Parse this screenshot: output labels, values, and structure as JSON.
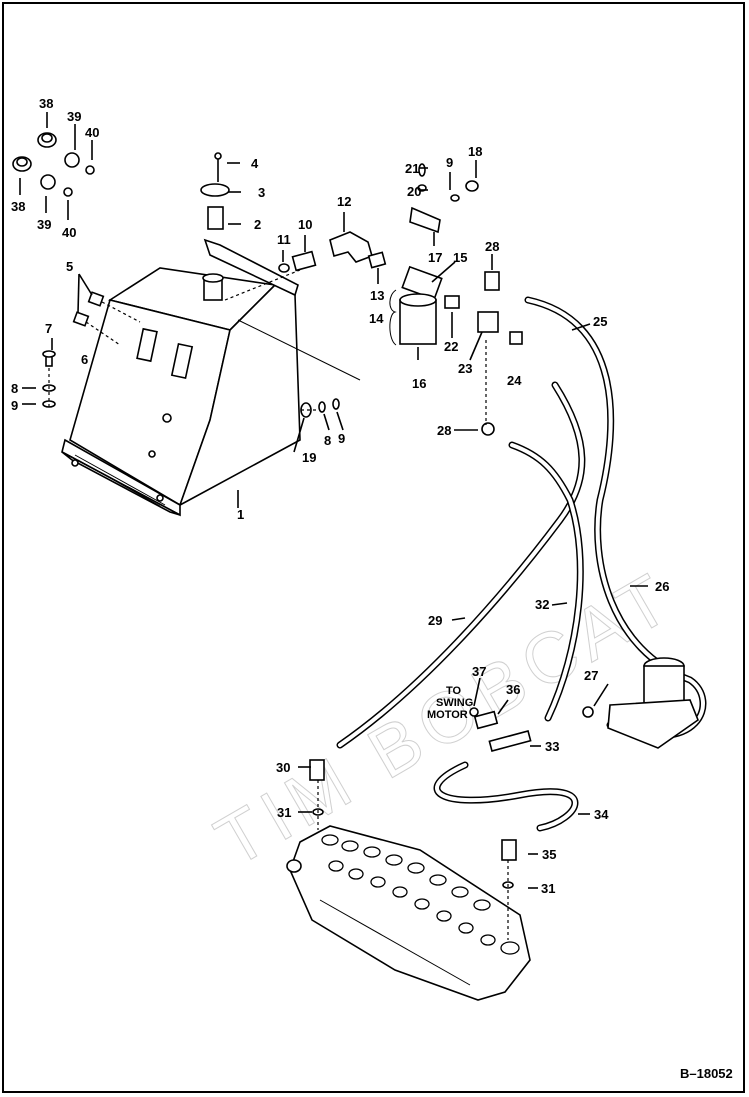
{
  "figure_id": "B–18052",
  "watermark": "TIM BOBCAT",
  "labels": {
    "p1": "1",
    "p2": "2",
    "p3": "3",
    "p4": "4",
    "p5": "5",
    "p6": "6",
    "p7": "7",
    "p8a": "8",
    "p8b": "8",
    "p9a": "9",
    "p9b": "9",
    "p9c": "9",
    "p10": "10",
    "p11": "11",
    "p12": "12",
    "p13": "13",
    "p14": "14",
    "p15": "15",
    "p16": "16",
    "p17": "17",
    "p18": "18",
    "p19": "19",
    "p20": "20",
    "p21": "21",
    "p22": "22",
    "p23": "23",
    "p24": "24",
    "p25": "25",
    "p26": "26",
    "p27": "27",
    "p28a": "28",
    "p28b": "28",
    "p29": "29",
    "p30": "30",
    "p31a": "31",
    "p31b": "31",
    "p32": "32",
    "p33": "33",
    "p34": "34",
    "p35": "35",
    "p36": "36",
    "p37": "37",
    "p38a": "38",
    "p38b": "38",
    "p39a": "39",
    "p39b": "39",
    "p40a": "40",
    "p40b": "40"
  },
  "swing_note": [
    "TO",
    "SWING",
    "MOTOR"
  ]
}
